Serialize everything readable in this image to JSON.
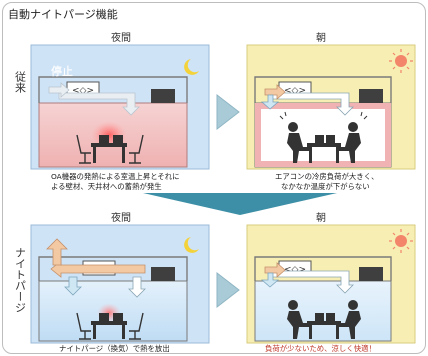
{
  "title": "自動ナイトパージ機能",
  "rows": [
    {
      "label": "従来",
      "night": {
        "heading": "夜間",
        "stop_label": "停止",
        "caption_line1": "OA機器の発熱による室温上昇とそれに",
        "caption_line2": "よる壁材、天井材への蓄熱が発生"
      },
      "morning": {
        "heading": "朝",
        "caption_line1": "エアコンの冷房負荷が大きく、",
        "caption_line2": "なかなか温度が下がらない"
      }
    },
    {
      "label": "ナイトパージ",
      "night": {
        "heading": "夜間",
        "caption_line1": "ナイトパージ（換気）で熱を放出"
      },
      "morning": {
        "heading": "朝",
        "caption_line1": "負荷が少ないため、涼しく快適！"
      }
    }
  ],
  "colors": {
    "night_sky": "#cfe3f7",
    "morning_sky": "#f7eeb4",
    "hot_room": "#f3c2c2",
    "cool_room": "#d7ebfa",
    "arrow_teal": "#3c8fa6",
    "arrow_light": "#b8dde6",
    "caption_red": "#c0392b"
  },
  "icons": [
    "moon-icon",
    "sun-icon",
    "air-conditioner-icon",
    "desk-icon",
    "office-chair-icon",
    "person-icon",
    "heat-glow-icon",
    "airflow-arrow-icon"
  ]
}
